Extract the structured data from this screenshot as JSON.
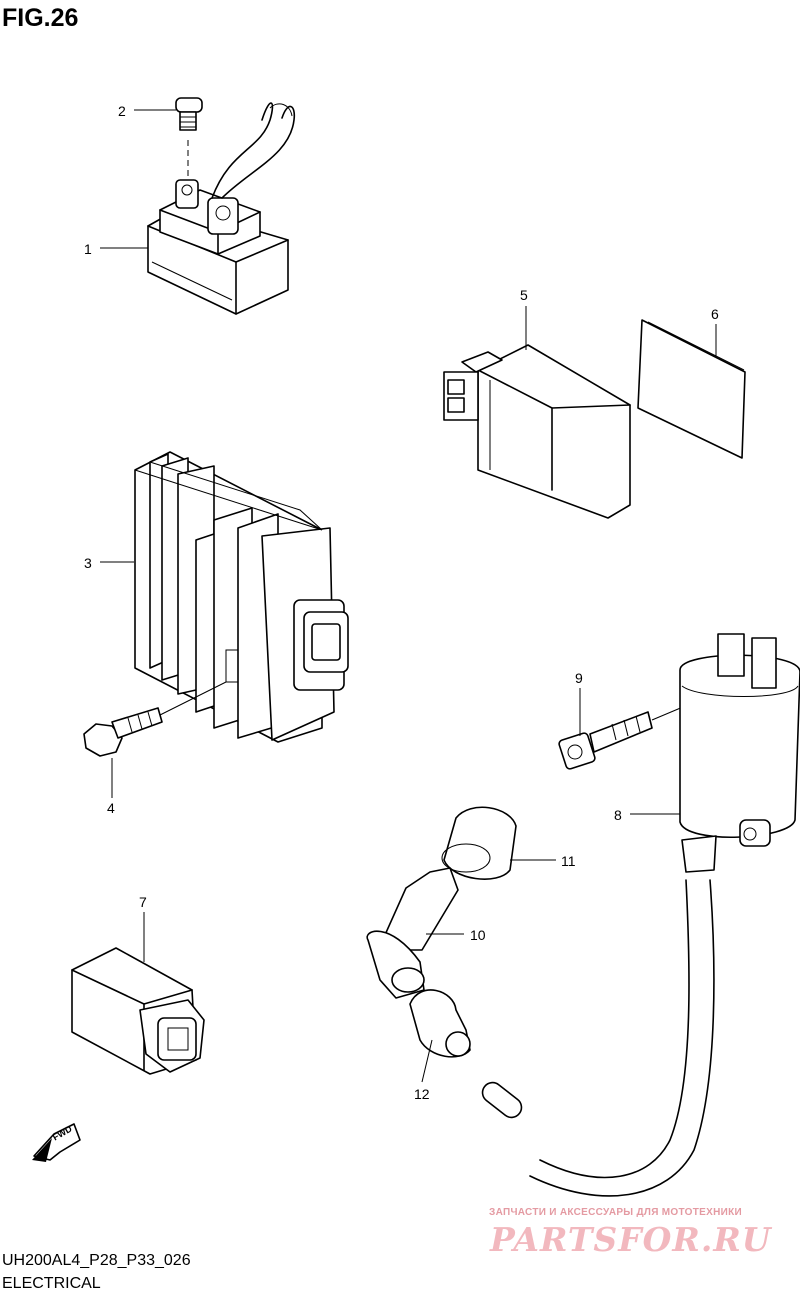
{
  "figure": {
    "title": "FIG.26",
    "code": "UH200AL4_P28_P33_026",
    "name": "ELECTRICAL"
  },
  "callouts": [
    "1",
    "2",
    "3",
    "4",
    "5",
    "6",
    "7",
    "8",
    "9",
    "10",
    "11",
    "12"
  ],
  "fwd_label": "FWD",
  "watermark": {
    "tagline": "ЗАПЧАСТИ И АКСЕССУАРЫ ДЛЯ МОТОТЕХНИКИ",
    "brand": "PARTSFOR.RU"
  }
}
